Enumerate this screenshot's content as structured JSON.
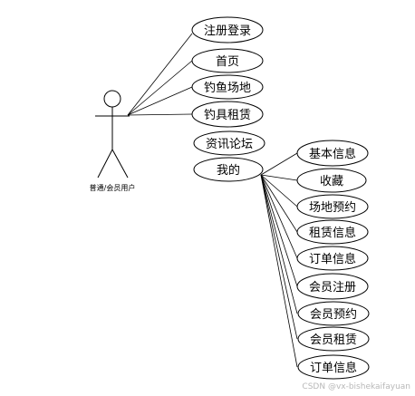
{
  "actor": {
    "label": "普通/会员用户"
  },
  "use_cases": [
    {
      "id": "register_login",
      "label": "注册登录"
    },
    {
      "id": "home",
      "label": "首页"
    },
    {
      "id": "fishing_spot",
      "label": "钓鱼场地"
    },
    {
      "id": "gear_rental",
      "label": "钓具租赁"
    },
    {
      "id": "news_forum",
      "label": "资讯论坛"
    },
    {
      "id": "mine",
      "label": "我的"
    }
  ],
  "sub_use_cases": [
    {
      "id": "basic_info",
      "label": "基本信息"
    },
    {
      "id": "favorites",
      "label": "收藏"
    },
    {
      "id": "venue_booking",
      "label": "场地预约"
    },
    {
      "id": "rental_info",
      "label": "租赁信息"
    },
    {
      "id": "order_info",
      "label": "订单信息"
    },
    {
      "id": "member_register",
      "label": "会员注册"
    },
    {
      "id": "member_booking",
      "label": "会员预约"
    },
    {
      "id": "member_rental",
      "label": "会员租赁"
    },
    {
      "id": "order_info_2",
      "label": "订单信息"
    }
  ],
  "watermark": "CSDN @vx-bishekaifayuan",
  "colors": {
    "stroke": "#000000",
    "background": "#ffffff",
    "watermark": "#b8b8b8"
  }
}
